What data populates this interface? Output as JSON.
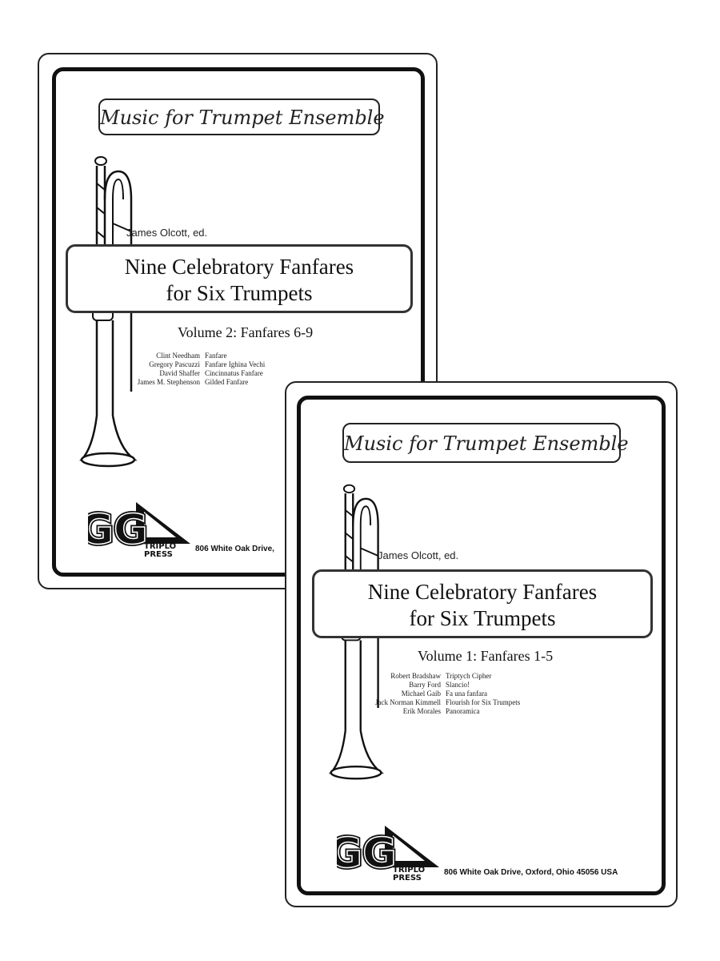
{
  "covers": {
    "volume2": {
      "series_title": "Music for Trumpet Ensemble",
      "editor": "James Olcott, ed.",
      "title_line1": "Nine Celebratory Fanfares",
      "title_line2": "for Six Trumpets",
      "volume": "Volume 2: Fanfares 6-9",
      "works": [
        {
          "composer": "Clint Needham",
          "piece": "Fanfare"
        },
        {
          "composer": "Gregory Pascuzzi",
          "piece": "Fanfare Ighina Vechi"
        },
        {
          "composer": "David Shaffer",
          "piece": "Cincinnatus Fanfare"
        },
        {
          "composer": "James M. Stephenson",
          "piece": "Gilded Fanfare"
        }
      ],
      "publisher_logo": "triplo-press-logo",
      "address": "806 White Oak Drive,"
    },
    "volume1": {
      "series_title": "Music for Trumpet Ensemble",
      "editor": "James Olcott, ed.",
      "title_line1": "Nine Celebratory Fanfares",
      "title_line2": "for Six Trumpets",
      "volume": "Volume 1: Fanfares 1-5",
      "works": [
        {
          "composer": "Robert Bradshaw",
          "piece": "Triptych Cipher"
        },
        {
          "composer": "Barry Ford",
          "piece": "Slancio!"
        },
        {
          "composer": "Michael Gaib",
          "piece": "Fa una fanfara"
        },
        {
          "composer": "Jack Norman Kimmell",
          "piece": "Flourish for Six Trumpets"
        },
        {
          "composer": "Erik Morales",
          "piece": "Panoramica"
        }
      ],
      "publisher_logo": "triplo-press-logo",
      "address": "806 White Oak Drive, Oxford, Ohio 45056 USA"
    }
  },
  "logo_text": {
    "letters": "GG",
    "word1": "TRIPLO",
    "word2": "PRESS"
  },
  "colors": {
    "ink": "#111111",
    "paper": "#ffffff"
  }
}
